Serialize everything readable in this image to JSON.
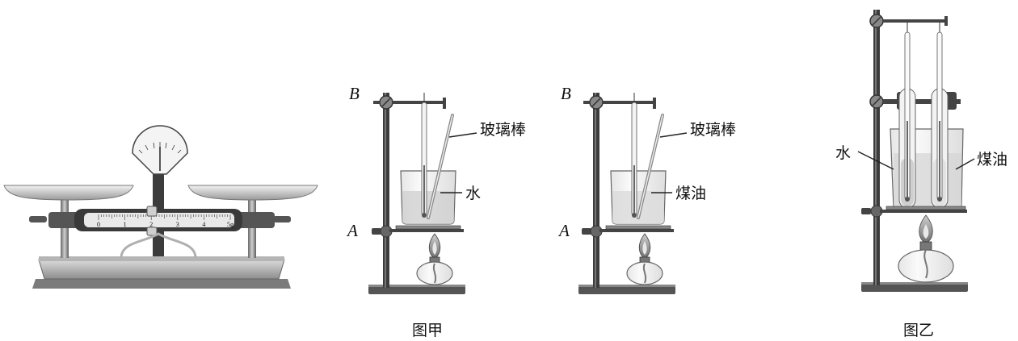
{
  "balance": {
    "scale_ticks": [
      "0",
      "1",
      "2",
      "3",
      "4",
      "5g"
    ]
  },
  "figure_jia": {
    "caption": "图甲",
    "left_setup": {
      "clamp_upper": "B",
      "clamp_lower": "A",
      "rod_label": "玻璃棒",
      "liquid_label": "水"
    },
    "right_setup": {
      "clamp_upper": "B",
      "clamp_lower": "A",
      "rod_label": "玻璃棒",
      "liquid_label": "煤油"
    }
  },
  "figure_yi": {
    "caption": "图乙",
    "left_tube_label": "水",
    "right_tube_label": "煤油"
  }
}
